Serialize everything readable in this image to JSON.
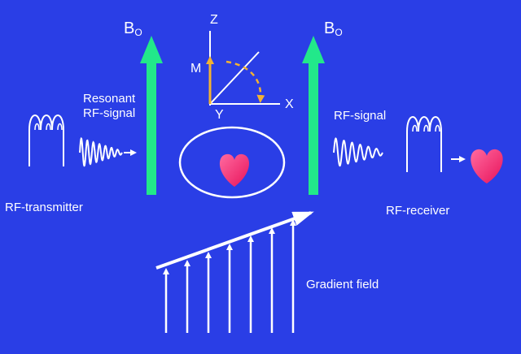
{
  "labels": {
    "b0_main": "B",
    "b0_sub": "O",
    "resonant_line1": "Resonant",
    "resonant_line2": "RF-signal",
    "rf_signal": "RF-signal",
    "rf_transmitter": "RF-transmitter",
    "rf_receiver": "RF-receiver",
    "gradient_field": "Gradient field",
    "axis_z": "Z",
    "axis_y": "Y",
    "axis_x": "X",
    "magnetization": "M"
  },
  "colors": {
    "background": "#2a3ee6",
    "field_arrow": "#22e88a",
    "line": "#ffffff",
    "magnetization_vector": "#f2b233",
    "heart": "#ff2a6e"
  },
  "icons": {
    "transmitter_coil": "coil-icon",
    "receiver_coil": "coil-icon",
    "heart": "heart-icon",
    "wave": "sine-wave-icon"
  }
}
